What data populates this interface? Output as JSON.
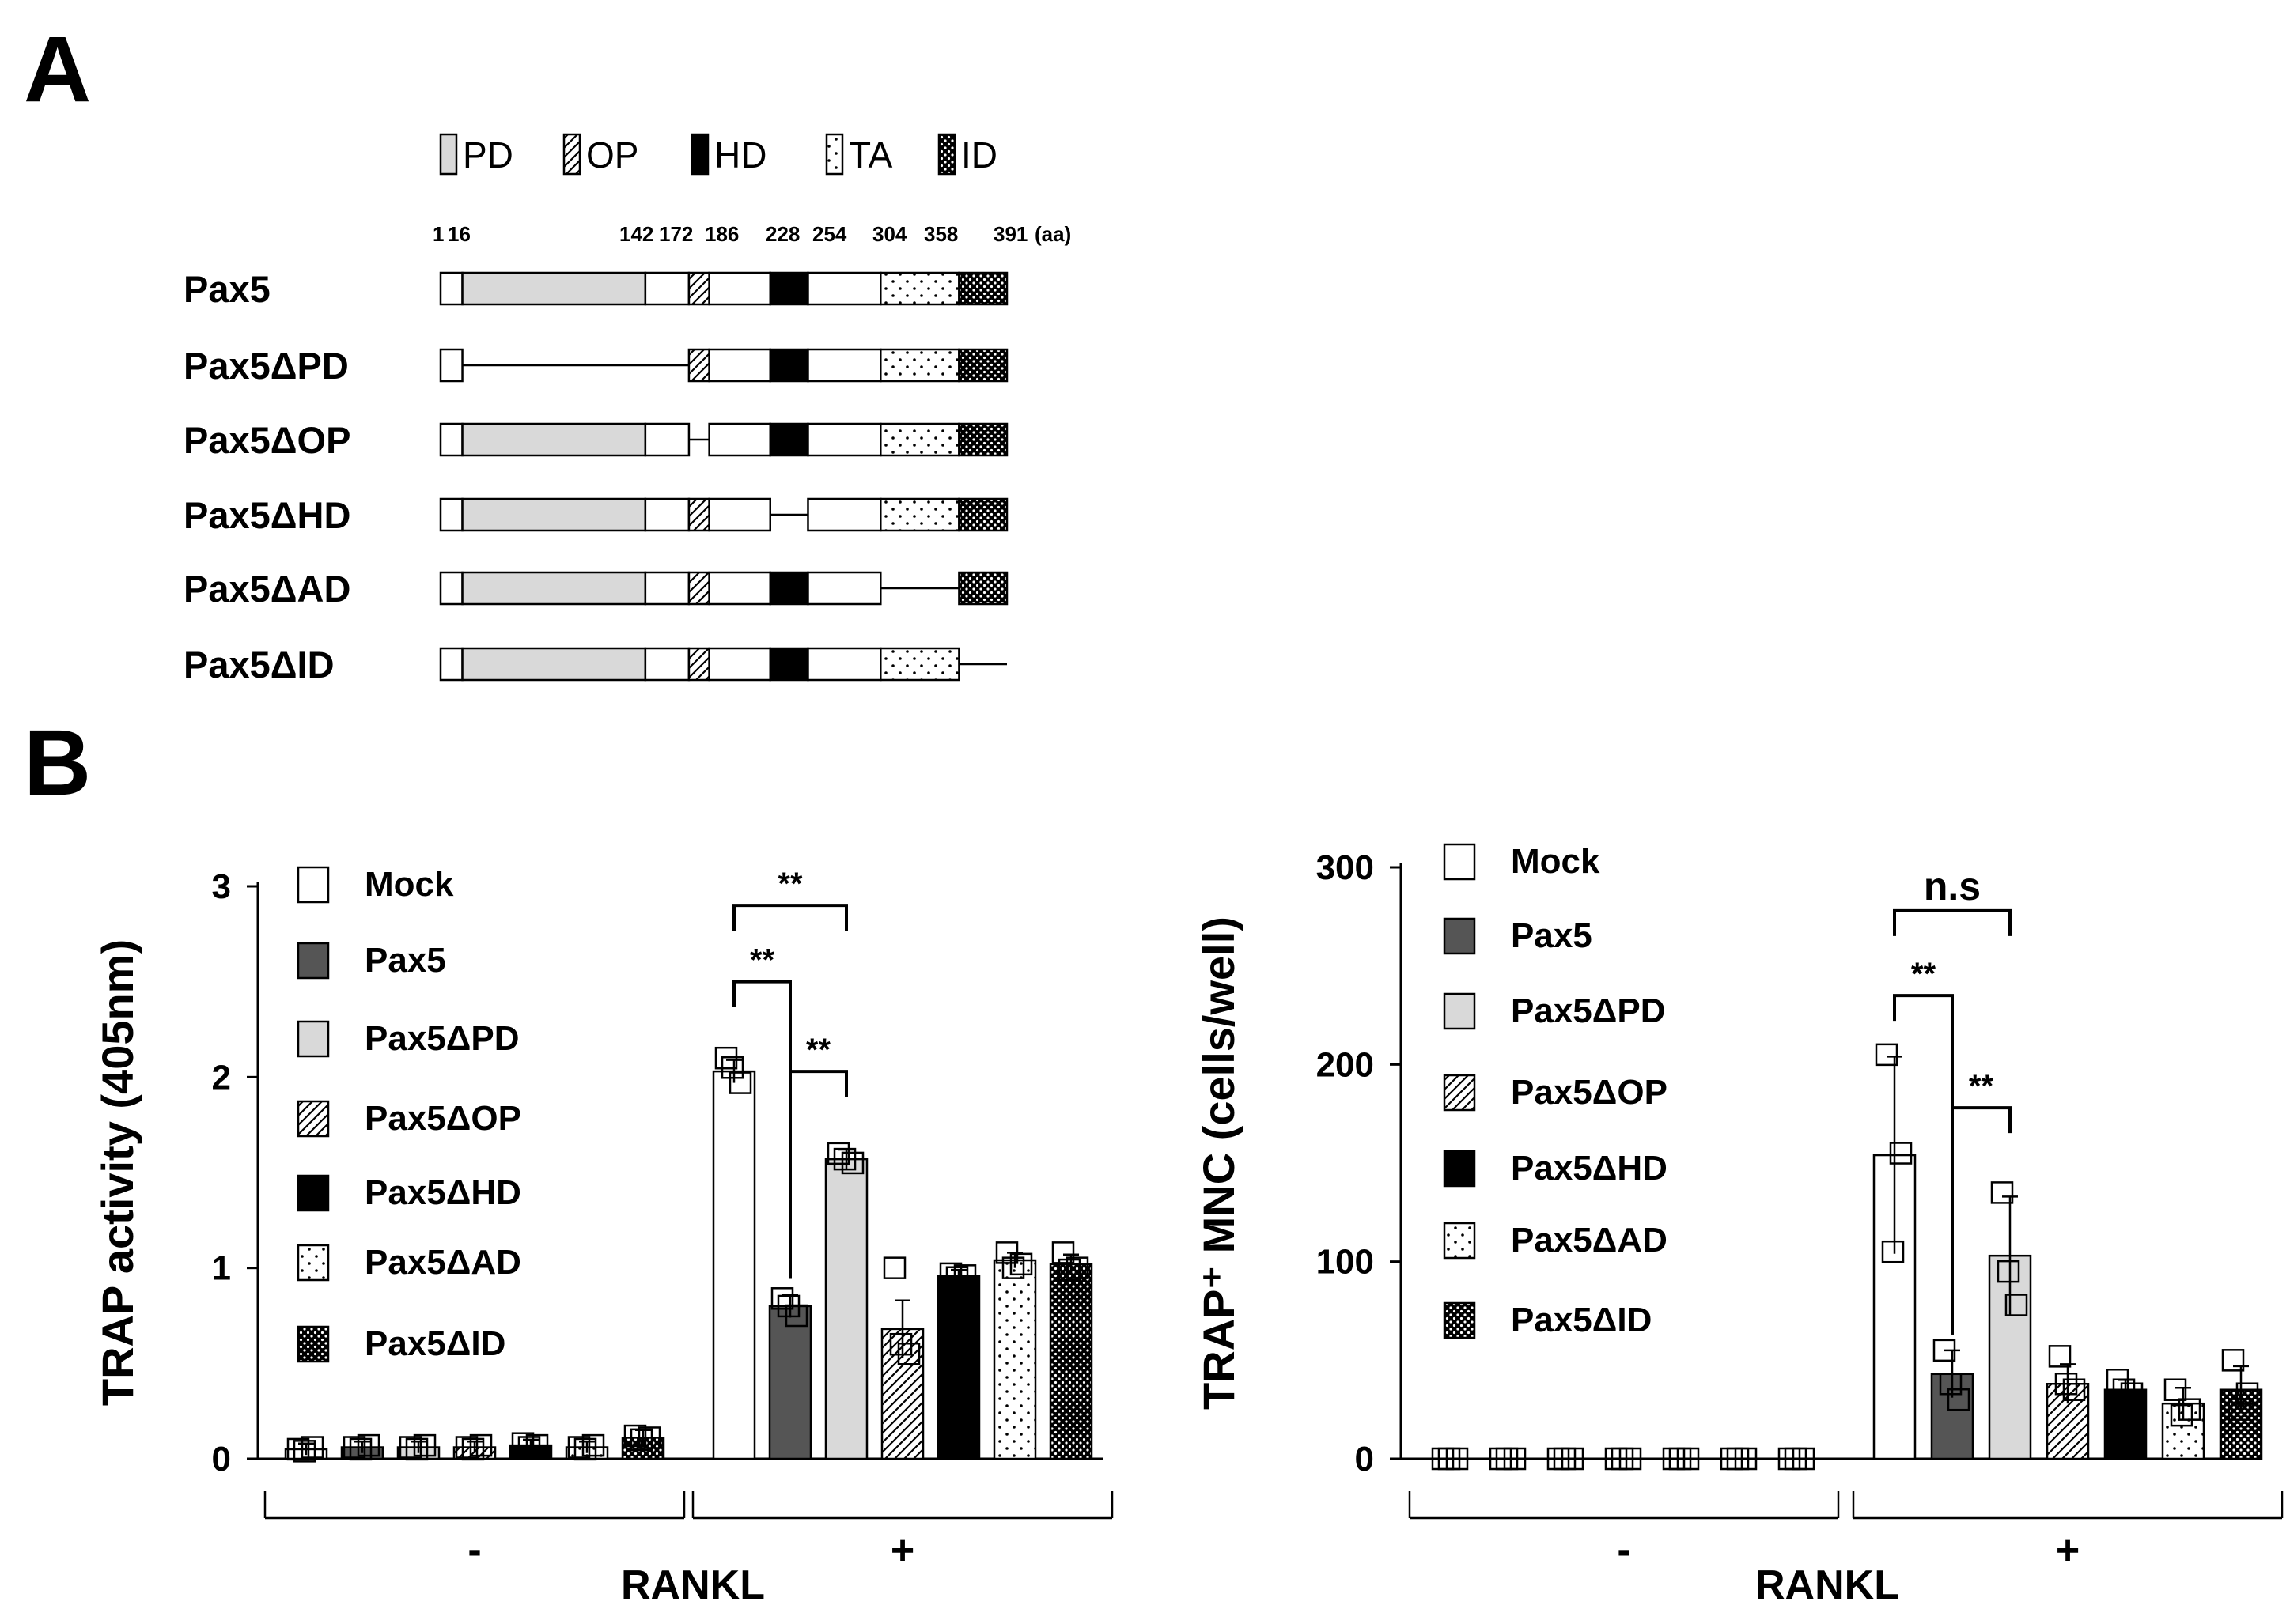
{
  "panels": {
    "a": "A",
    "b": "B"
  },
  "domain_legend": [
    {
      "label": "PD",
      "pattern": "gray"
    },
    {
      "label": "OP",
      "pattern": "hatch"
    },
    {
      "label": "HD",
      "pattern": "black"
    },
    {
      "label": "TA",
      "pattern": "sparse"
    },
    {
      "label": "ID",
      "pattern": "dots"
    }
  ],
  "schematic": {
    "positions": [
      1,
      16,
      142,
      172,
      186,
      228,
      254,
      304,
      358,
      391
    ],
    "position_labels": [
      "1",
      "16",
      "142",
      "172",
      "186",
      "228",
      "254",
      "304",
      "358",
      "391"
    ],
    "unit": "(aa)",
    "segments": [
      {
        "start": 1,
        "end": 16,
        "pattern": "white"
      },
      {
        "start": 16,
        "end": 142,
        "pattern": "gray"
      },
      {
        "start": 142,
        "end": 172,
        "pattern": "white"
      },
      {
        "start": 172,
        "end": 186,
        "pattern": "hatch"
      },
      {
        "start": 186,
        "end": 228,
        "pattern": "white"
      },
      {
        "start": 228,
        "end": 254,
        "pattern": "black"
      },
      {
        "start": 254,
        "end": 304,
        "pattern": "white"
      },
      {
        "start": 304,
        "end": 358,
        "pattern": "sparse"
      },
      {
        "start": 358,
        "end": 391,
        "pattern": "dots"
      }
    ],
    "constructs": [
      {
        "name": "Pax5",
        "deleted": []
      },
      {
        "name": "Pax5ΔPD",
        "deleted": [
          1,
          2
        ]
      },
      {
        "name": "Pax5ΔOP",
        "deleted": [
          3
        ]
      },
      {
        "name": "Pax5ΔHD",
        "deleted": [
          5
        ]
      },
      {
        "name": "Pax5ΔAD",
        "deleted": [
          7
        ]
      },
      {
        "name": "Pax5ΔID",
        "deleted": [
          8
        ]
      }
    ]
  },
  "chart_data": [
    {
      "type": "bar",
      "ylabel": "TRAP activity (405nm)",
      "xlabel": "RANKL",
      "ylim": [
        0,
        3
      ],
      "yticks": [
        0,
        1,
        2,
        3
      ],
      "groups": [
        "-",
        "+"
      ],
      "legend_placement": "top-left",
      "series": [
        {
          "name": "Mock",
          "pattern": "white",
          "values": [
            0.05,
            2.03
          ],
          "err": [
            0.03,
            0.06
          ],
          "points": [
            [
              0.05,
              0.06,
              0.04
            ],
            [
              2.1,
              1.97,
              2.05
            ]
          ]
        },
        {
          "name": "Pax5",
          "pattern": "dark",
          "values": [
            0.06,
            0.8
          ],
          "err": [
            0.03,
            0.06
          ],
          "points": [
            [
              0.06,
              0.07,
              0.05
            ],
            [
              0.84,
              0.75,
              0.8
            ]
          ]
        },
        {
          "name": "Pax5ΔPD",
          "pattern": "gray",
          "values": [
            0.06,
            1.57
          ],
          "err": [
            0.03,
            0.05
          ],
          "points": [
            [
              0.06,
              0.07,
              0.05
            ],
            [
              1.6,
              1.55,
              1.57
            ]
          ]
        },
        {
          "name": "Pax5ΔOP",
          "pattern": "hatch",
          "values": [
            0.06,
            0.68
          ],
          "err": [
            0.03,
            0.15
          ],
          "points": [
            [
              0.06,
              0.07,
              0.05
            ],
            [
              1.0,
              0.55,
              0.6
            ]
          ]
        },
        {
          "name": "Pax5ΔHD",
          "pattern": "black",
          "values": [
            0.07,
            0.96
          ],
          "err": [
            0.03,
            0.03
          ],
          "points": [
            [
              0.08,
              0.07,
              0.06
            ],
            [
              0.97,
              0.96,
              0.95
            ]
          ]
        },
        {
          "name": "Pax5ΔAD",
          "pattern": "sparse",
          "values": [
            0.06,
            1.04
          ],
          "err": [
            0.03,
            0.04
          ],
          "points": [
            [
              0.06,
              0.07,
              0.05
            ],
            [
              1.08,
              1.02,
              1.0
            ]
          ]
        },
        {
          "name": "Pax5ΔID",
          "pattern": "dots",
          "values": [
            0.11,
            1.02
          ],
          "err": [
            0.04,
            0.05
          ],
          "points": [
            [
              0.12,
              0.11,
              0.1
            ],
            [
              1.08,
              1.0,
              0.99
            ]
          ]
        }
      ],
      "annotations": [
        {
          "text": "**",
          "from": 0,
          "to": 2,
          "y": 2.9
        },
        {
          "text": "**",
          "from": 0,
          "to": 1,
          "y": 2.5
        },
        {
          "text": "**",
          "from": 1,
          "to": 2,
          "y": 2.03
        }
      ]
    },
    {
      "type": "bar",
      "ylabel": "TRAP⁺ MNC (cells/well)",
      "xlabel": "RANKL",
      "ylim": [
        0,
        300
      ],
      "yticks": [
        0,
        100,
        200,
        300
      ],
      "groups": [
        "-",
        "+"
      ],
      "legend_placement": "top-left",
      "series": [
        {
          "name": "Mock",
          "pattern": "white",
          "values": [
            0,
            154
          ],
          "err": [
            0,
            50
          ],
          "points": [
            [
              0,
              0,
              0
            ],
            [
              205,
              155,
              105
            ]
          ]
        },
        {
          "name": "Pax5",
          "pattern": "dark",
          "values": [
            0,
            43
          ],
          "err": [
            0,
            12
          ],
          "points": [
            [
              0,
              0,
              0
            ],
            [
              55,
              30,
              38
            ]
          ]
        },
        {
          "name": "Pax5ΔPD",
          "pattern": "gray",
          "values": [
            0,
            103
          ],
          "err": [
            0,
            30
          ],
          "points": [
            [
              0,
              0,
              0
            ],
            [
              135,
              78,
              95
            ]
          ]
        },
        {
          "name": "Pax5ΔOP",
          "pattern": "hatch",
          "values": [
            0,
            38
          ],
          "err": [
            0,
            10
          ],
          "points": [
            [
              0,
              0,
              0
            ],
            [
              52,
              35,
              38
            ]
          ]
        },
        {
          "name": "Pax5ΔHD",
          "pattern": "black",
          "values": [
            0,
            35
          ],
          "err": [
            0,
            5
          ],
          "points": [
            [
              0,
              0,
              0
            ],
            [
              40,
              33,
              35
            ]
          ]
        },
        {
          "name": "Pax5ΔAD",
          "pattern": "sparse",
          "values": [
            0,
            28
          ],
          "err": [
            0,
            8
          ],
          "points": [
            [
              0,
              0,
              0
            ],
            [
              35,
              25,
              22
            ]
          ]
        },
        {
          "name": "Pax5ΔID",
          "pattern": "dots",
          "values": [
            0,
            35
          ],
          "err": [
            0,
            12
          ],
          "points": [
            [
              0,
              0,
              0
            ],
            [
              50,
              33,
              25
            ]
          ]
        }
      ],
      "annotations": [
        {
          "text": "n.s",
          "from": 0,
          "to": 2,
          "y": 278
        },
        {
          "text": "**",
          "from": 0,
          "to": 1,
          "y": 235
        },
        {
          "text": "**",
          "from": 1,
          "to": 2,
          "y": 178
        }
      ]
    }
  ]
}
